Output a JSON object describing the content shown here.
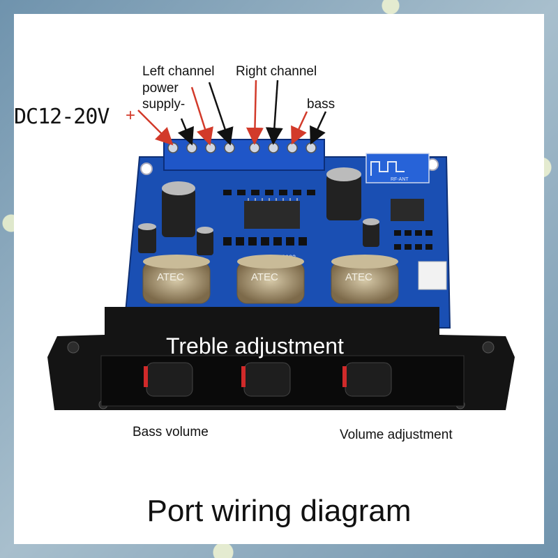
{
  "labels": {
    "power_voltage": "DC12-20V",
    "plus_sign": "+",
    "left_channel": "Left channel",
    "right_channel": "Right channel",
    "power_supply_1": "power",
    "power_supply_2": "supply-",
    "bass": "bass",
    "treble_adjustment": "Treble adjustment",
    "bass_volume": "Bass volume",
    "volume_adjustment": "Volume adjustment",
    "diagram_title": "Port wiring diagram"
  },
  "board": {
    "knob_brand": "ATEC",
    "antenna_label": "RF-ANT",
    "board_version": "F-2.1-2022"
  },
  "colors": {
    "pcb": "#1a4fb3",
    "terminal": "#1f56c8",
    "red_arrow": "#d23a2a",
    "black_arrow": "#111111",
    "bracket": "#141414"
  }
}
